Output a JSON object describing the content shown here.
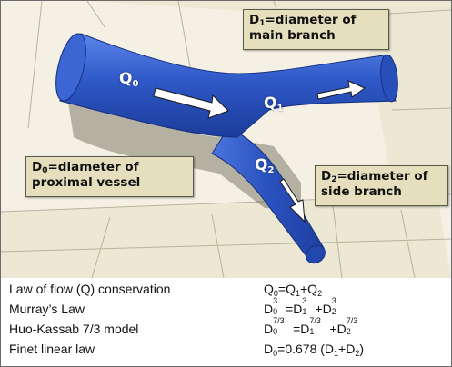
{
  "labels": {
    "d1": {
      "symbol": "D",
      "sub": "1",
      "text": "=diameter of",
      "line2": "main branch"
    },
    "d0": {
      "symbol": "D",
      "sub": "0",
      "text": "=diameter of",
      "line2": "proximal vessel"
    },
    "d2": {
      "symbol": "D",
      "sub": "2",
      "text": "=diameter of",
      "line2": "side branch"
    }
  },
  "flows": {
    "q0": {
      "symbol": "Q",
      "sub": "0"
    },
    "q1": {
      "symbol": "Q",
      "sub": "1"
    },
    "q2": {
      "symbol": "Q",
      "sub": "2"
    }
  },
  "laws": [
    {
      "name": "Law of flow (Q) conservation"
    },
    {
      "name": "Murray’s Law"
    },
    {
      "name": "Huo-Kassab 7/3 model"
    },
    {
      "name": "Finet linear law"
    }
  ],
  "equations": {
    "conservation": {
      "lhs": "Q",
      "lhs_sub": "0",
      "eq": "=Q",
      "a_sub": "1",
      "plus": "+Q",
      "b_sub": "2"
    },
    "murray": {
      "lhs": "D",
      "lhs_sub": "0",
      "exp": "3",
      "eq": "=D",
      "a_sub": "1",
      "a_exp": "3",
      "plus": "+D",
      "b_sub": "2",
      "b_exp": "3"
    },
    "huo": {
      "lhs": "D",
      "lhs_sub": "0",
      "exp": "7/3",
      "eq": "=D",
      "a_sub": "1",
      "a_exp": "7/3",
      "plus": "+D",
      "b_sub": "2",
      "b_exp": "7/3"
    },
    "finet": {
      "lhs": "D",
      "lhs_sub": "0",
      "eq": "=0.678 (D",
      "a_sub": "1",
      "plus": "+D",
      "b_sub": "2",
      "close": ")"
    }
  },
  "colors": {
    "vessel": "#2f59c8",
    "label_bg": "#e6dfbd",
    "tile": "#ece8d4"
  }
}
